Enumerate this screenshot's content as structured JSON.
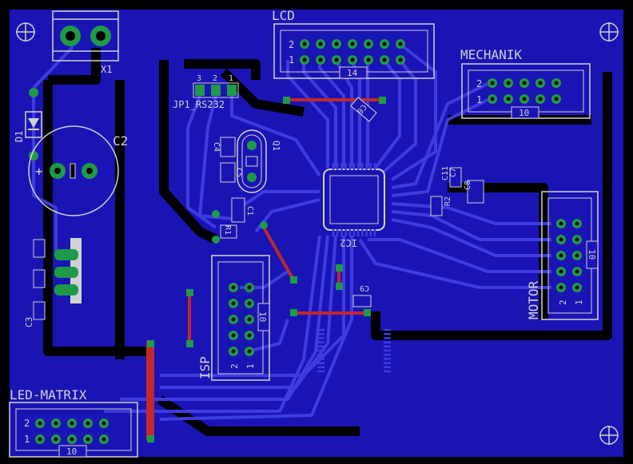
{
  "colors": {
    "background": "#000000",
    "copper_fill": "#1a14b4",
    "trace": "#3d3de0",
    "silkscreen": "#d2d2d2",
    "pad": "#1f9a47",
    "wire": "#c0282e"
  },
  "board": {
    "labels": {
      "x1": "X1",
      "lcd": "LCD",
      "lcd_pin_count": "14",
      "mechanik": "MECHANIK",
      "mechanik_pin_count": "10",
      "jp1": "JP1_RS232",
      "jp1_pin3": "3",
      "jp1_pin2": "2",
      "jp1_pin1": "1",
      "d1": "D1",
      "c2": "C2",
      "q1": "Q1",
      "c4": "C4",
      "c5": "C5",
      "c1": "C1",
      "r1": "R1",
      "r2": "R2",
      "c6": "C6",
      "c7": "C7",
      "c3": "C3",
      "ic2": "IC2",
      "c8": "C8",
      "c9": "C9",
      "c11": "C11",
      "isp": "ISP",
      "isp_pin_count": "10",
      "motor": "MOTOR",
      "motor_pin_count": "10",
      "led_matrix": "LED-MATRIX",
      "led_pin_count": "10",
      "pin2": "2",
      "pin1": "1",
      "plus": "+"
    }
  }
}
